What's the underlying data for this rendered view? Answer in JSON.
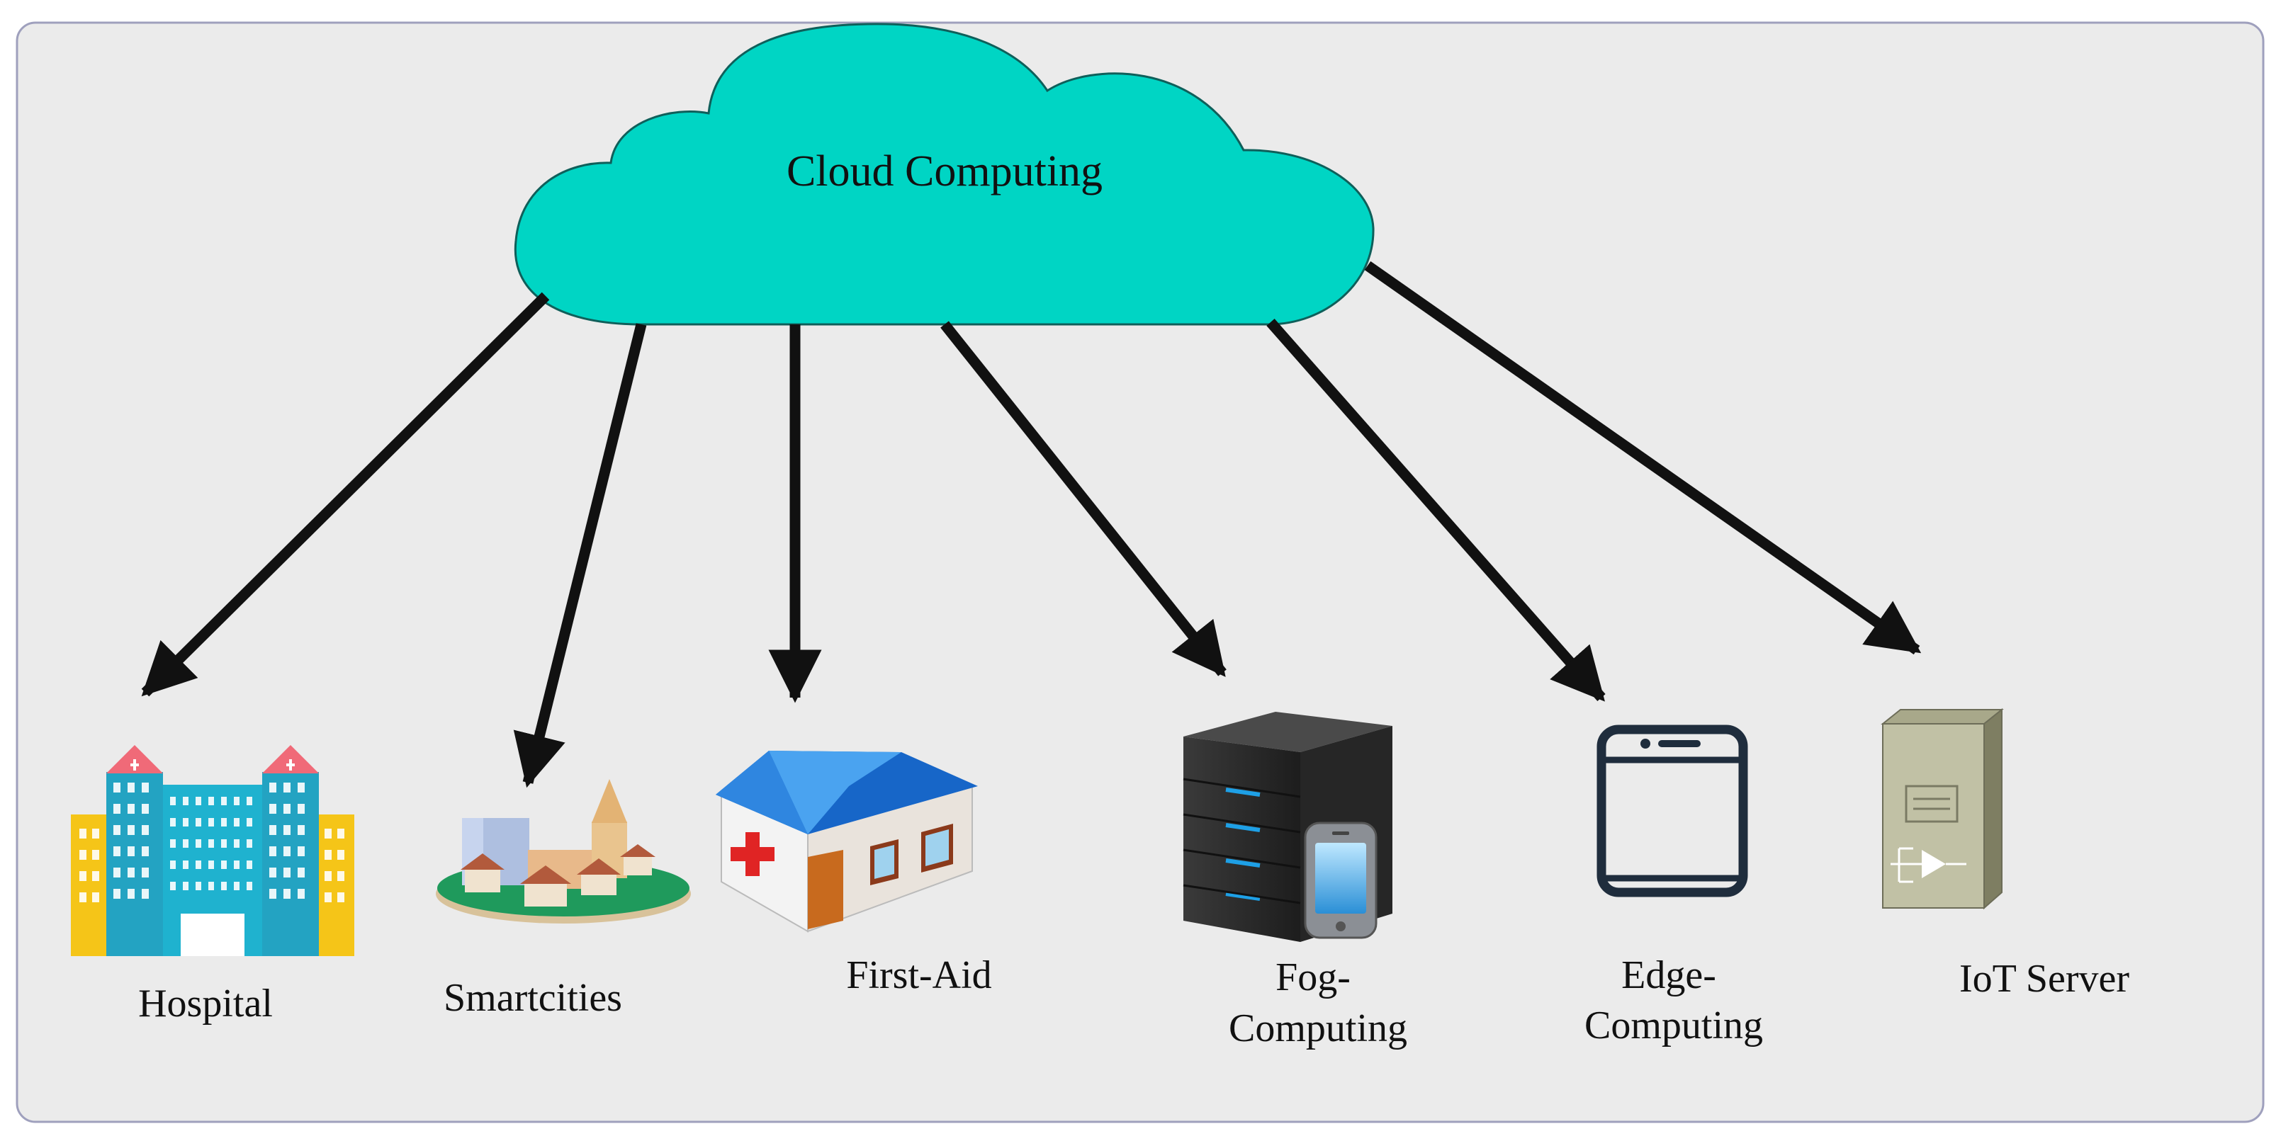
{
  "diagram": {
    "cloud": {
      "label": "Cloud Computing"
    },
    "nodes": [
      {
        "id": "hospital",
        "label_lines": [
          "Hospital"
        ],
        "icon": "hospital-building-icon"
      },
      {
        "id": "smartcities",
        "label_lines": [
          "Smartcities"
        ],
        "icon": "smart-city-icon"
      },
      {
        "id": "first-aid",
        "label_lines": [
          "First-Aid"
        ],
        "icon": "first-aid-clinic-icon"
      },
      {
        "id": "fog-computing",
        "label_lines": [
          "Fog-",
          "Computing"
        ],
        "icon": "fog-server-phone-icon"
      },
      {
        "id": "edge-computing",
        "label_lines": [
          "Edge-",
          "Computing"
        ],
        "icon": "tablet-icon"
      },
      {
        "id": "iot-server",
        "label_lines": [
          "IoT Server"
        ],
        "icon": "iot-server-tower-icon"
      }
    ],
    "colors": {
      "canvas": "#ebebeb",
      "frame": "#9fa0bd",
      "cloud_fill": "#00d5c4",
      "cloud_stroke": "#0f5f5a",
      "arrow": "#111111"
    }
  }
}
